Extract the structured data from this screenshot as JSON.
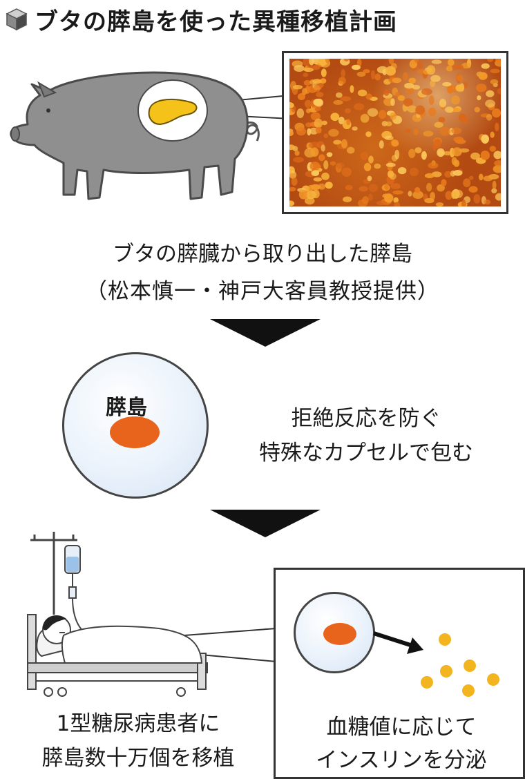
{
  "title": "ブタの膵島を使った異種移植計画",
  "photo_caption": {
    "line1": "ブタの膵臓から取り出した膵島",
    "line2": "（松本慎一・神戸大客員教授提供）"
  },
  "capsule": {
    "label": "膵島",
    "description_line1": "拒絶反応を防ぐ",
    "description_line2": "特殊なカプセルで包む"
  },
  "patient": {
    "line1": "1型糖尿病患者に",
    "line2": "膵島数十万個を移植"
  },
  "insulin": {
    "line1": "血糖値に応じて",
    "line2": "インスリンを分泌"
  },
  "colors": {
    "pig": "#8f8f8f",
    "islet": "#e8641c",
    "insulin": "#f2b51f",
    "pancreas": "#f5c21a",
    "photo": "#b34a12"
  },
  "icons": [
    "cube-icon",
    "pig-illustration",
    "iv-drip-icon",
    "hospital-bed-icon",
    "arrow-icon"
  ]
}
